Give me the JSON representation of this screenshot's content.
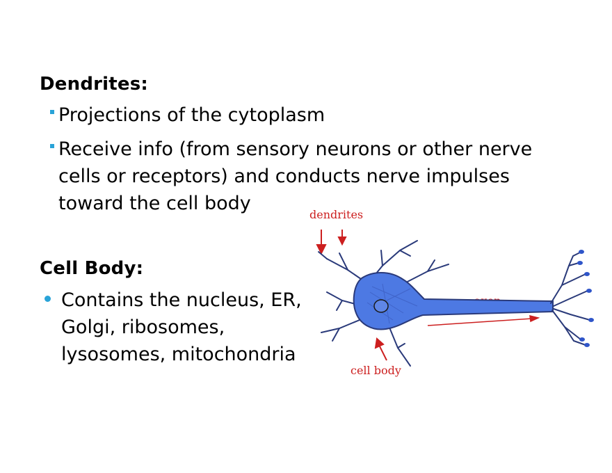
{
  "dendrites_section": {
    "heading": "Dendrites:",
    "bullets": [
      {
        "lines": [
          "Projections of the cytoplasm"
        ]
      },
      {
        "lines": [
          "Receive info (from sensory neurons or other nerve",
          "cells or receptors) and conducts nerve impulses",
          "toward the cell body"
        ]
      }
    ]
  },
  "cell_body_section": {
    "heading": "Cell Body:",
    "bullets": [
      {
        "lines": [
          "Contains the nucleus, ER,",
          "Golgi, ribosomes,",
          "lysosomes, mitochondria"
        ]
      }
    ]
  },
  "diagram": {
    "labels": {
      "dendrites": "dendrites",
      "axon": "axon",
      "cell_body": "cell body"
    },
    "colors": {
      "label": "#cc1f1f",
      "neuron_fill": "#4d79e3",
      "neuron_outline": "#2a3a7a",
      "bullet": "#29a3d8"
    }
  }
}
